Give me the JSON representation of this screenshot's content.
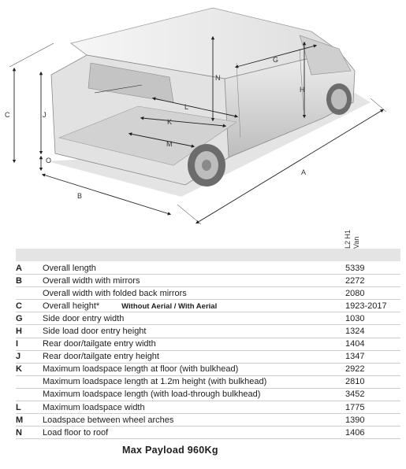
{
  "dimension_letters": {
    "A": "A",
    "B": "B",
    "C": "C",
    "G": "G",
    "H": "H",
    "J": "J",
    "K": "K",
    "L": "L",
    "M": "M",
    "N": "N",
    "O": "O"
  },
  "variant": {
    "line1": "L2 H1",
    "line2": "Van"
  },
  "rows": [
    {
      "code": "A",
      "label": "Overall length",
      "value": "5339"
    },
    {
      "code": "B",
      "label": "Overall width with mirrors",
      "value": "2272"
    },
    {
      "code": "",
      "label": "Overall width with folded back mirrors",
      "value": "2080"
    },
    {
      "code": "C",
      "label": "Overall height*",
      "note": "Without Aerial / With Aerial",
      "value": "1923-2017"
    },
    {
      "code": "G",
      "label": "Side door entry width",
      "value": "1030"
    },
    {
      "code": "H",
      "label": "Side load door entry height",
      "value": "1324"
    },
    {
      "code": "I",
      "label": "Rear door/tailgate entry width",
      "value": "1404"
    },
    {
      "code": "J",
      "label": "Rear door/tailgate entry height",
      "value": "1347"
    },
    {
      "code": "K",
      "label": "Maximum loadspace length at floor (with bulkhead)",
      "value": "2922"
    },
    {
      "code": "",
      "label": "Maximum loadspace length at 1.2m height (with bulkhead)",
      "value": "2810"
    },
    {
      "code": "",
      "label": "Maximum loadspace length (with load-through bulkhead)",
      "value": "3452"
    },
    {
      "code": "L",
      "label": "Maximum loadspace width",
      "value": "1775"
    },
    {
      "code": "M",
      "label": "Loadspace between wheel arches",
      "value": "1390"
    },
    {
      "code": "N",
      "label": "Load floor to roof",
      "value": "1406"
    }
  ],
  "footer": {
    "payload": "Max Payload 960Kg"
  }
}
